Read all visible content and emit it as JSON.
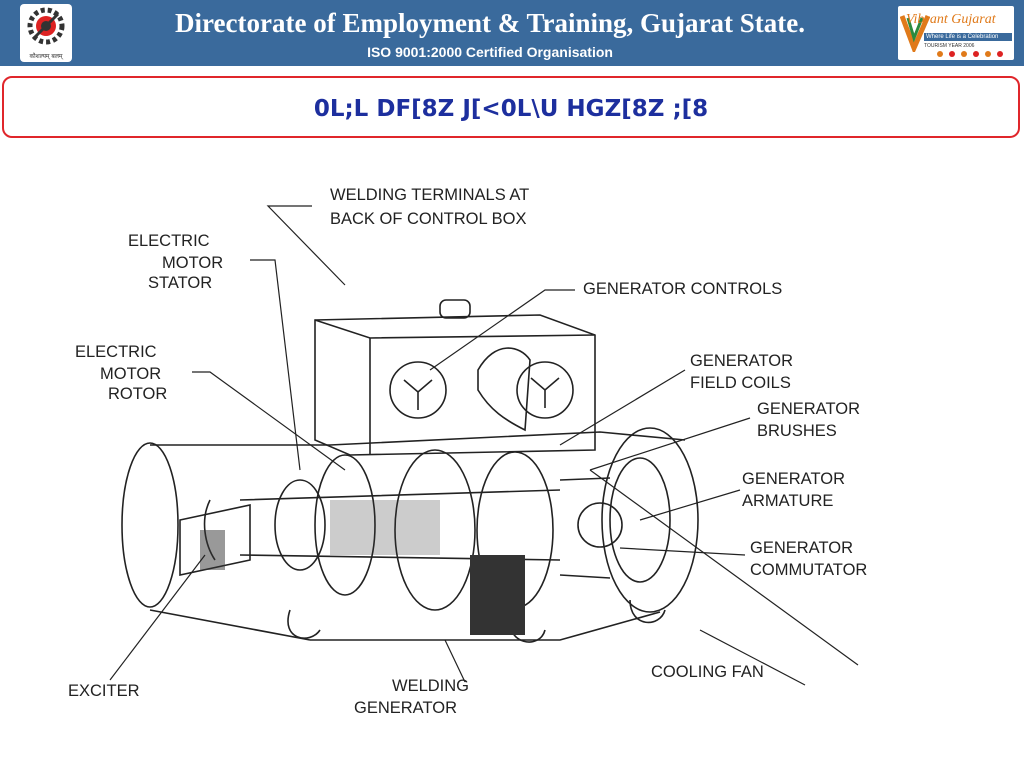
{
  "header": {
    "title": "Directorate of Employment & Training, Gujarat State.",
    "subtitle": "ISO 9001:2000 Certified Organisation",
    "left_logo": {
      "icon": "gear-emblem-logo",
      "caption": "कौशल्यम् बलम्"
    },
    "right_logo": {
      "icon": "vibrant-gujarat-logo",
      "title": "Vibrant Gujarat",
      "tagline": "Where Life is a Celebration",
      "sub": "TOURISM YEAR 2006"
    }
  },
  "banner": {
    "text": "0L;L DF[8Z J[<0L\\U HGZ[8Z ;[8"
  },
  "labels": {
    "welding_terminals_1": "WELDING TERMINALS AT",
    "welding_terminals_2": "BACK OF CONTROL BOX",
    "motor_stator_1": "ELECTRIC",
    "motor_stator_2": "MOTOR",
    "motor_stator_3": "STATOR",
    "generator_controls": "GENERATOR CONTROLS",
    "motor_rotor_1": "ELECTRIC",
    "motor_rotor_2": "MOTOR",
    "motor_rotor_3": "ROTOR",
    "field_coils_1": "GENERATOR",
    "field_coils_2": "FIELD COILS",
    "brushes_1": "GENERATOR",
    "brushes_2": "BRUSHES",
    "armature_1": "GENERATOR",
    "armature_2": "ARMATURE",
    "commutator_1": "GENERATOR",
    "commutator_2": "COMMUTATOR",
    "cooling_fan": "COOLING FAN",
    "exciter": "EXCITER",
    "welding_generator_1": "WELDING",
    "welding_generator_2": "GENERATOR"
  },
  "colors": {
    "header_bg": "#3a6a9c",
    "banner_border": "#e0262b",
    "banner_text": "#1d2f9e"
  }
}
